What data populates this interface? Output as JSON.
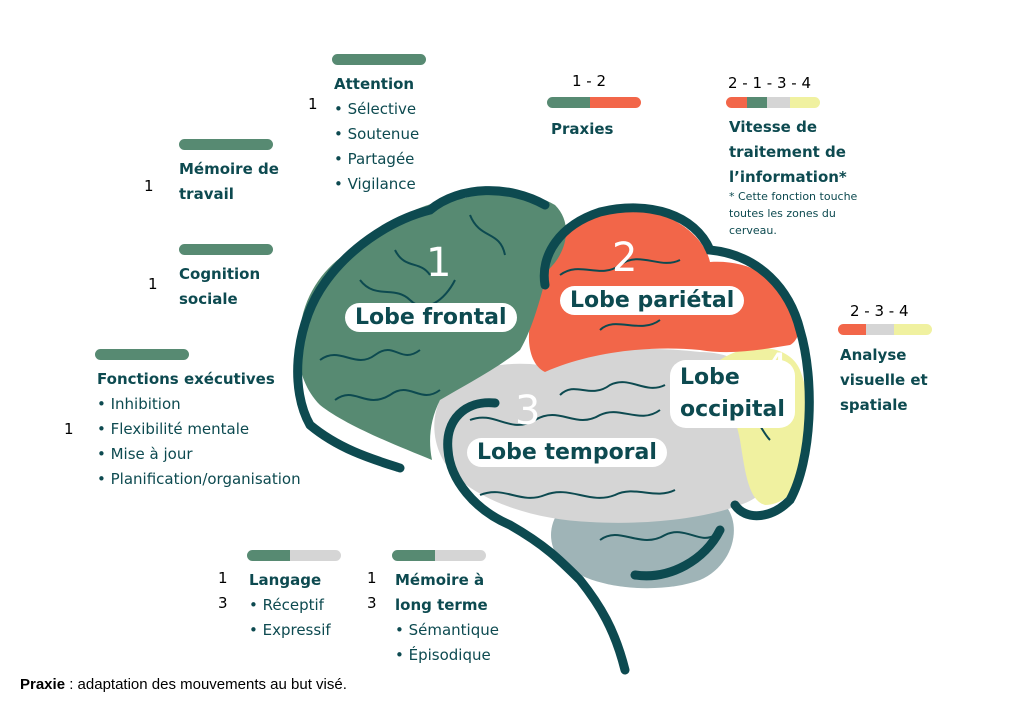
{
  "colors": {
    "frontal": "#578a72",
    "parietal": "#f26649",
    "temporal": "#d5d5d5",
    "occipital": "#f0f1a0",
    "cerebellum": "#9fb4b7",
    "outline": "#0d4a50",
    "green_bar": "#578a72",
    "light_bar": "#d5d5d5"
  },
  "lobes": {
    "frontal": {
      "number": "1",
      "label": "Lobe frontal"
    },
    "parietal": {
      "number": "2",
      "label": "Lobe pariétal"
    },
    "temporal": {
      "number": "3",
      "label": "Lobe temporal"
    },
    "occipital": {
      "number": "4",
      "label_line1": "Lobe",
      "label_line2": "occipital"
    }
  },
  "functions": {
    "attention": {
      "lobes": "1",
      "title": "Attention",
      "items": [
        "• Sélective",
        "• Soutenue",
        "• Partagée",
        "• Vigilance"
      ]
    },
    "praxies": {
      "lobes": "1 - 2",
      "title": "Praxies"
    },
    "vitesse": {
      "lobes": "2 - 1 - 3 - 4",
      "title_lines": [
        "Vitesse de",
        "traitement de",
        "l’information*"
      ],
      "note_lines": [
        "* Cette fonction touche",
        "toutes les zones du",
        "cerveau."
      ]
    },
    "memoire_travail": {
      "lobes": "1",
      "title_lines": [
        "Mémoire de",
        "travail"
      ]
    },
    "cognition_sociale": {
      "lobes": "1",
      "title_lines": [
        "Cognition",
        "sociale"
      ]
    },
    "fonctions_executives": {
      "lobes": "1",
      "title": "Fonctions exécutives",
      "items": [
        "• Inhibition",
        "• Flexibilité mentale",
        "• Mise à jour",
        "• Planification/organisation"
      ]
    },
    "analyse_visuelle": {
      "lobes": "2 - 3 - 4",
      "title_lines": [
        "Analyse",
        "visuelle et",
        "spatiale"
      ]
    },
    "langage": {
      "lobes": [
        "1",
        "3"
      ],
      "title": "Langage",
      "items": [
        "• Réceptif",
        "• Expressif"
      ]
    },
    "memoire_long_terme": {
      "lobes": [
        "1",
        "3"
      ],
      "title_lines": [
        "Mémoire à",
        "long terme"
      ],
      "items": [
        "• Sémantique",
        "• Épisodique"
      ]
    }
  },
  "footer": {
    "term": "Praxie",
    "definition": " : adaptation des mouvements au but visé."
  }
}
